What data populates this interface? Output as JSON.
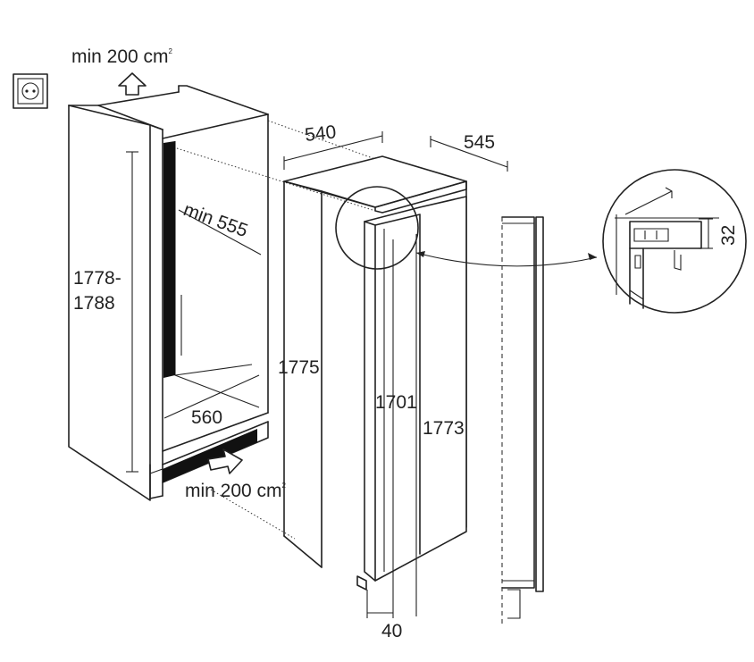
{
  "labels": {
    "vent_top": "min 200 cm",
    "vent_top_sup": "2",
    "vent_bottom": "min 200 cm",
    "vent_bottom_sup": "2",
    "niche_height_top": "1778-",
    "niche_height_bottom": "1788",
    "niche_depth": "min 555",
    "niche_width": "560",
    "appliance_width": "540",
    "appliance_depth": "545",
    "appliance_height": "1775",
    "door_height": "1701",
    "door_total_height": "1773",
    "bottom_gap": "40",
    "detail_gap": "32"
  },
  "icons": {
    "socket": "power-socket-icon",
    "arrow_top": "airflow-up-arrow-icon",
    "arrow_bottom": "airflow-in-arrow-icon"
  }
}
